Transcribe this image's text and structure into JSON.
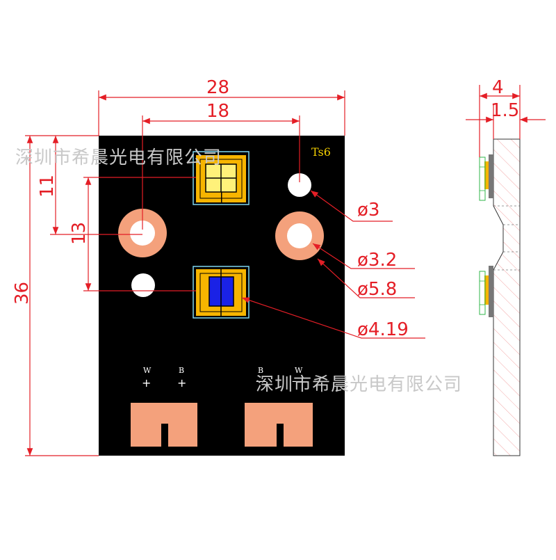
{
  "model": "Ts6",
  "watermark": "深圳市希晨光电有限公司",
  "dimensions": {
    "width": "28",
    "center_spacing": "18",
    "height": "36",
    "offset_11": "11",
    "offset_13": "13",
    "hole_small": "ø3",
    "hole_mount": "ø3.2",
    "pad_ring": "ø5.8",
    "emitter": "ø4.19",
    "side_thickness": "4",
    "side_board": "1.5"
  },
  "pads": {
    "w1": "W",
    "b1": "B",
    "b2": "B",
    "w2": "W",
    "plus": "+",
    "minus": "—"
  },
  "colors": {
    "board": "#000000",
    "copper": "#f4a17c",
    "gold": "#f7b500",
    "led_white": "#fff17a",
    "led_blue": "#1a22e6",
    "dimension": "#e41e26",
    "watermark": "#c8c8c8"
  }
}
